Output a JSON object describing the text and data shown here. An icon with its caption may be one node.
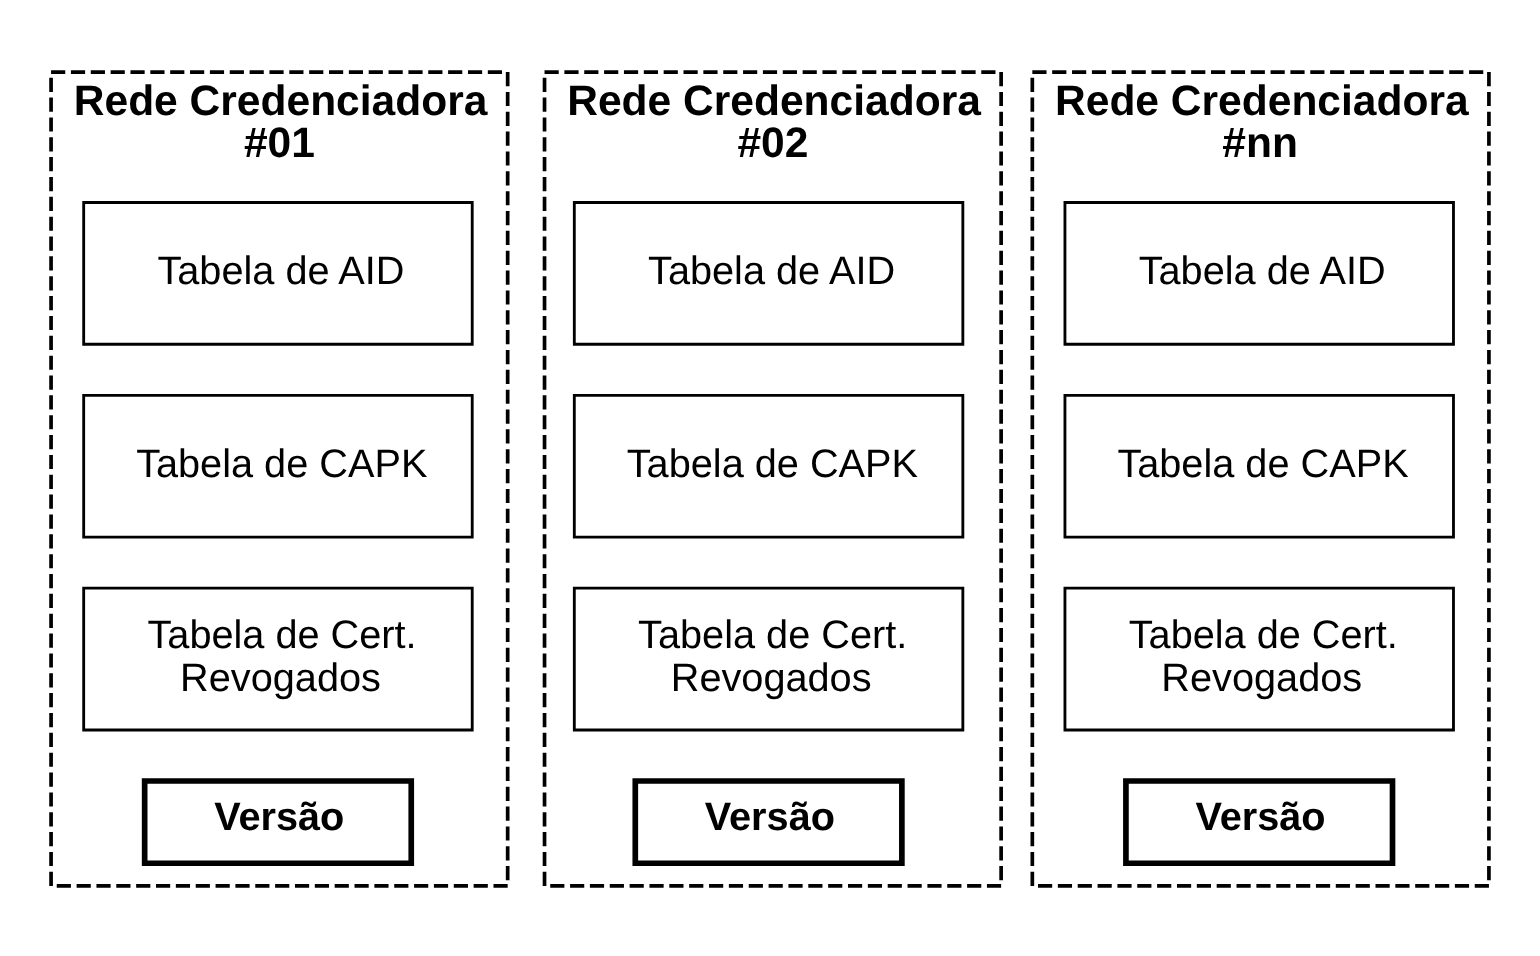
{
  "diagram": {
    "nodes": [
      {
        "text": [
          "Rede Credenciadora #01"
        ]
      },
      {
        "text": [
          "Tabela de AID"
        ],
        "in": 0
      },
      {
        "text": [
          "Tabela de CAPK"
        ],
        "in": 0
      },
      {
        "text": [
          "Tabela de Cert. Revogados"
        ],
        "in": 0
      },
      {
        "text": [
          "Versão"
        ],
        "in": 0
      },
      {
        "text": [
          "Rede Credenciadora #02"
        ]
      },
      {
        "text": [
          "Tabela de AID"
        ],
        "in": 5
      },
      {
        "text": [
          "Tabela de CAPK"
        ],
        "in": 5
      },
      {
        "text": [
          "Tabela de Cert. Revogados"
        ],
        "in": 5
      },
      {
        "text": [
          "Versão"
        ],
        "in": 5
      },
      {
        "text": [
          "Rede Credenciadora #nn"
        ]
      },
      {
        "text": [
          "Tabela de AID"
        ],
        "in": 10
      },
      {
        "text": [
          "Tabela de CAPK"
        ],
        "in": 10
      },
      {
        "text": [
          "Tabela de Cert. Revogados"
        ],
        "in": 10
      },
      {
        "text": [
          "Versão"
        ],
        "in": 10
      }
    ]
  }
}
